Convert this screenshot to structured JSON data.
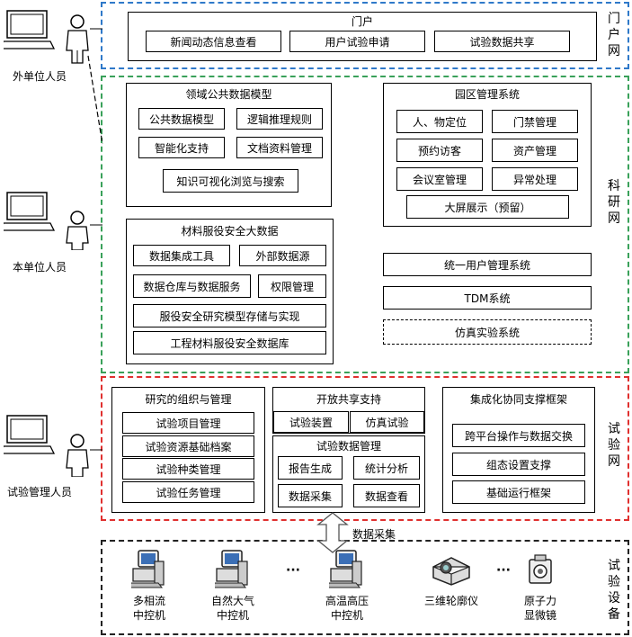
{
  "zones": {
    "portal": "门户网",
    "research": "科研网",
    "test": "试验网",
    "equipment": "试验设备"
  },
  "people": {
    "external": "外单位人员",
    "internal": "本单位人员",
    "test_manager": "试验管理人员"
  },
  "portal_panel": {
    "title": "门户",
    "items": [
      "新闻动态信息查看",
      "用户试验申请",
      "试验数据共享"
    ]
  },
  "domain_model": {
    "title": "领域公共数据模型",
    "items": [
      "公共数据模型",
      "逻辑推理规则",
      "智能化支持",
      "文档资料管理",
      "知识可视化浏览与搜索"
    ]
  },
  "park": {
    "title": "园区管理系统",
    "items": [
      "人、物定位",
      "门禁管理",
      "预约访客",
      "资产管理",
      "会议室管理",
      "异常处理",
      "大屏展示（预留）"
    ]
  },
  "materials": {
    "title": "材料服役安全大数据",
    "items": [
      "数据集成工具",
      "外部数据源",
      "数据仓库与数据服务",
      "权限管理",
      "服役安全研究模型存储与实现",
      "工程材料服役安全数据库"
    ]
  },
  "systems": {
    "user_mgmt": "统一用户管理系统",
    "tdm": "TDM系统",
    "simulation": "仿真实验系统"
  },
  "research_org": {
    "title": "研究的组织与管理",
    "items": [
      "试验项目管理",
      "试验资源基础档案",
      "试验种类管理",
      "试验任务管理"
    ]
  },
  "open_share": {
    "title": "开放共享支持",
    "items": [
      "试验装置",
      "仿真试验"
    ]
  },
  "test_data": {
    "title": "试验数据管理",
    "items": [
      "报告生成",
      "统计分析",
      "数据采集",
      "数据查看"
    ]
  },
  "integration": {
    "title": "集成化协同支撑框架",
    "items": [
      "跨平台操作与数据交换",
      "组态设置支撑",
      "基础运行框架"
    ]
  },
  "data_collection": "数据采集",
  "devices": {
    "d1": "多相流\n中控机",
    "d2": "自然大气\n中控机",
    "d3": "高温高压\n中控机",
    "d4": "三维轮廓仪",
    "d5": "原子力\n显微镜",
    "ellipsis1": "···",
    "ellipsis2": "···"
  }
}
